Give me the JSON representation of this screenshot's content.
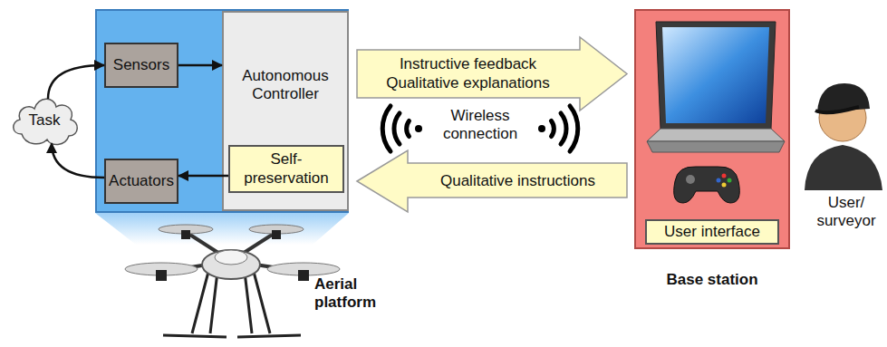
{
  "diagram": {
    "nodes": [
      {
        "text": [
          "Task"
        ]
      },
      {
        "text": [
          "Aerial platform"
        ]
      },
      {
        "text": [
          "Sensors"
        ],
        "in": 1
      },
      {
        "text": [
          "Autonomous Controller"
        ],
        "in": 1
      },
      {
        "text": [
          "Self-preservation"
        ],
        "in": 3
      },
      {
        "text": [
          "Actuators"
        ],
        "in": 1
      },
      {
        "text": [
          "Instructive feedback Qualitative explanations"
        ]
      },
      {
        "text": [
          "Qualitative instructions"
        ]
      },
      {
        "text": [
          "Base station"
        ]
      },
      {
        "text": [
          "User interface"
        ],
        "in": 8
      }
    ],
    "edges": [
      {
        "from": 0,
        "to": 2,
        "arrow": "to"
      },
      {
        "from": 2,
        "to": 3,
        "arrow": "to"
      },
      {
        "from": 4,
        "to": 5,
        "arrow": "to"
      },
      {
        "from": 5,
        "to": 0,
        "arrow": "to"
      }
    ],
    "labels": [
      "Wireless connection",
      "User/ surveyor"
    ]
  }
}
